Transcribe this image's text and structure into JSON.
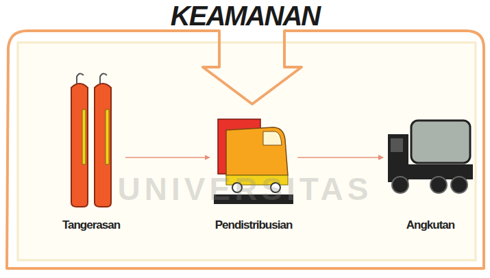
{
  "diagram": {
    "title": "KEAMANAN",
    "nodes": [
      {
        "text": [
          "Tangerasan"
        ]
      },
      {
        "text": [
          "Pendistribusian"
        ]
      },
      {
        "text": [
          "Angkutan"
        ]
      }
    ],
    "edges": [
      {
        "from": 0,
        "to": 1,
        "arrow": "to"
      },
      {
        "from": 1,
        "to": 2,
        "arrow": "to"
      }
    ],
    "labels": [
      "UNIVERSITAS"
    ]
  }
}
